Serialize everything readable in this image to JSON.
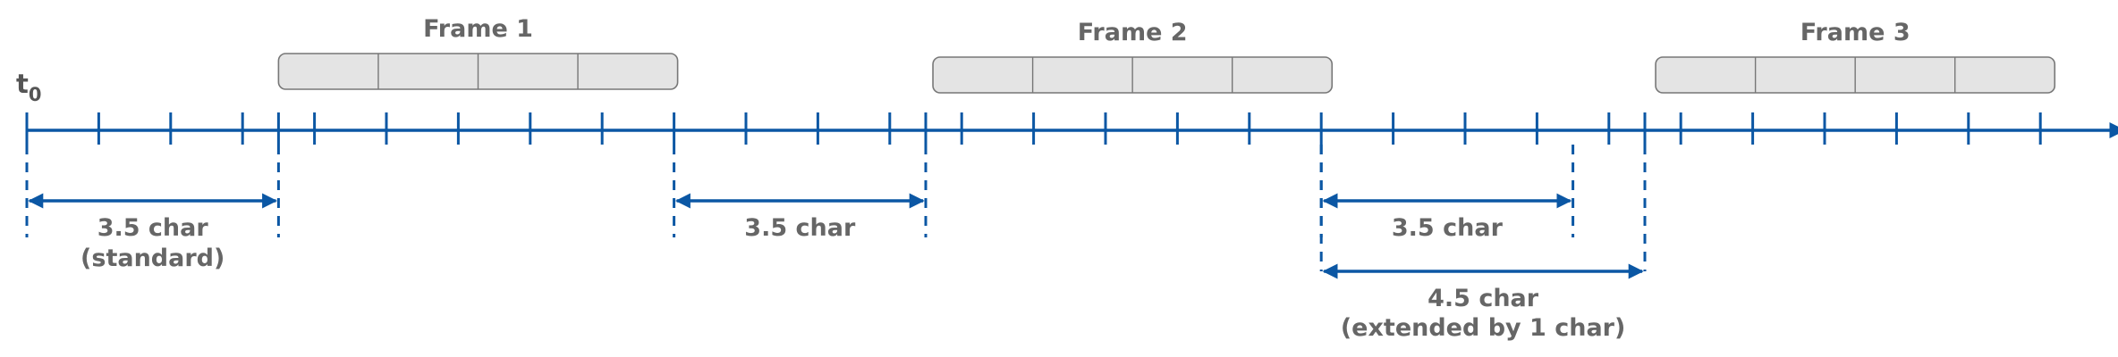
{
  "time_origin": {
    "main": "t",
    "sub": "0"
  },
  "frames": [
    {
      "label": "Frame 1",
      "start": 7,
      "end": 18.1
    },
    {
      "label": "Frame 2",
      "start": 25.2,
      "end": 36.3
    },
    {
      "label": "Frame 3",
      "start": 45.3,
      "end": 56.4
    }
  ],
  "frame_segments": 4,
  "axis": {
    "ticks": [
      0,
      2,
      4,
      6,
      7,
      8,
      10,
      12,
      14,
      16,
      18,
      20,
      22,
      24,
      25,
      26,
      28,
      30,
      32,
      34,
      36,
      38,
      40,
      42,
      44,
      45,
      46,
      48,
      50,
      52,
      54,
      56
    ],
    "end": 58
  },
  "intervals": [
    {
      "from": 0,
      "to": 7,
      "row": 0,
      "label_line1": "3.5 char",
      "label_line2": "(standard)"
    },
    {
      "from": 18,
      "to": 25,
      "row": 0,
      "label_line1": "3.5 char",
      "label_line2": ""
    },
    {
      "from": 36,
      "to": 43,
      "row": 0,
      "label_line1": "3.5 char",
      "label_line2": ""
    },
    {
      "from": 36,
      "to": 45,
      "row": 1,
      "label_line1": "4.5 char",
      "label_line2": "(extended by 1 char)"
    }
  ],
  "colors": {
    "axis": "#0b57a4",
    "frame_fill": "#e4e4e4",
    "frame_stroke": "#777777",
    "label": "#666666"
  }
}
